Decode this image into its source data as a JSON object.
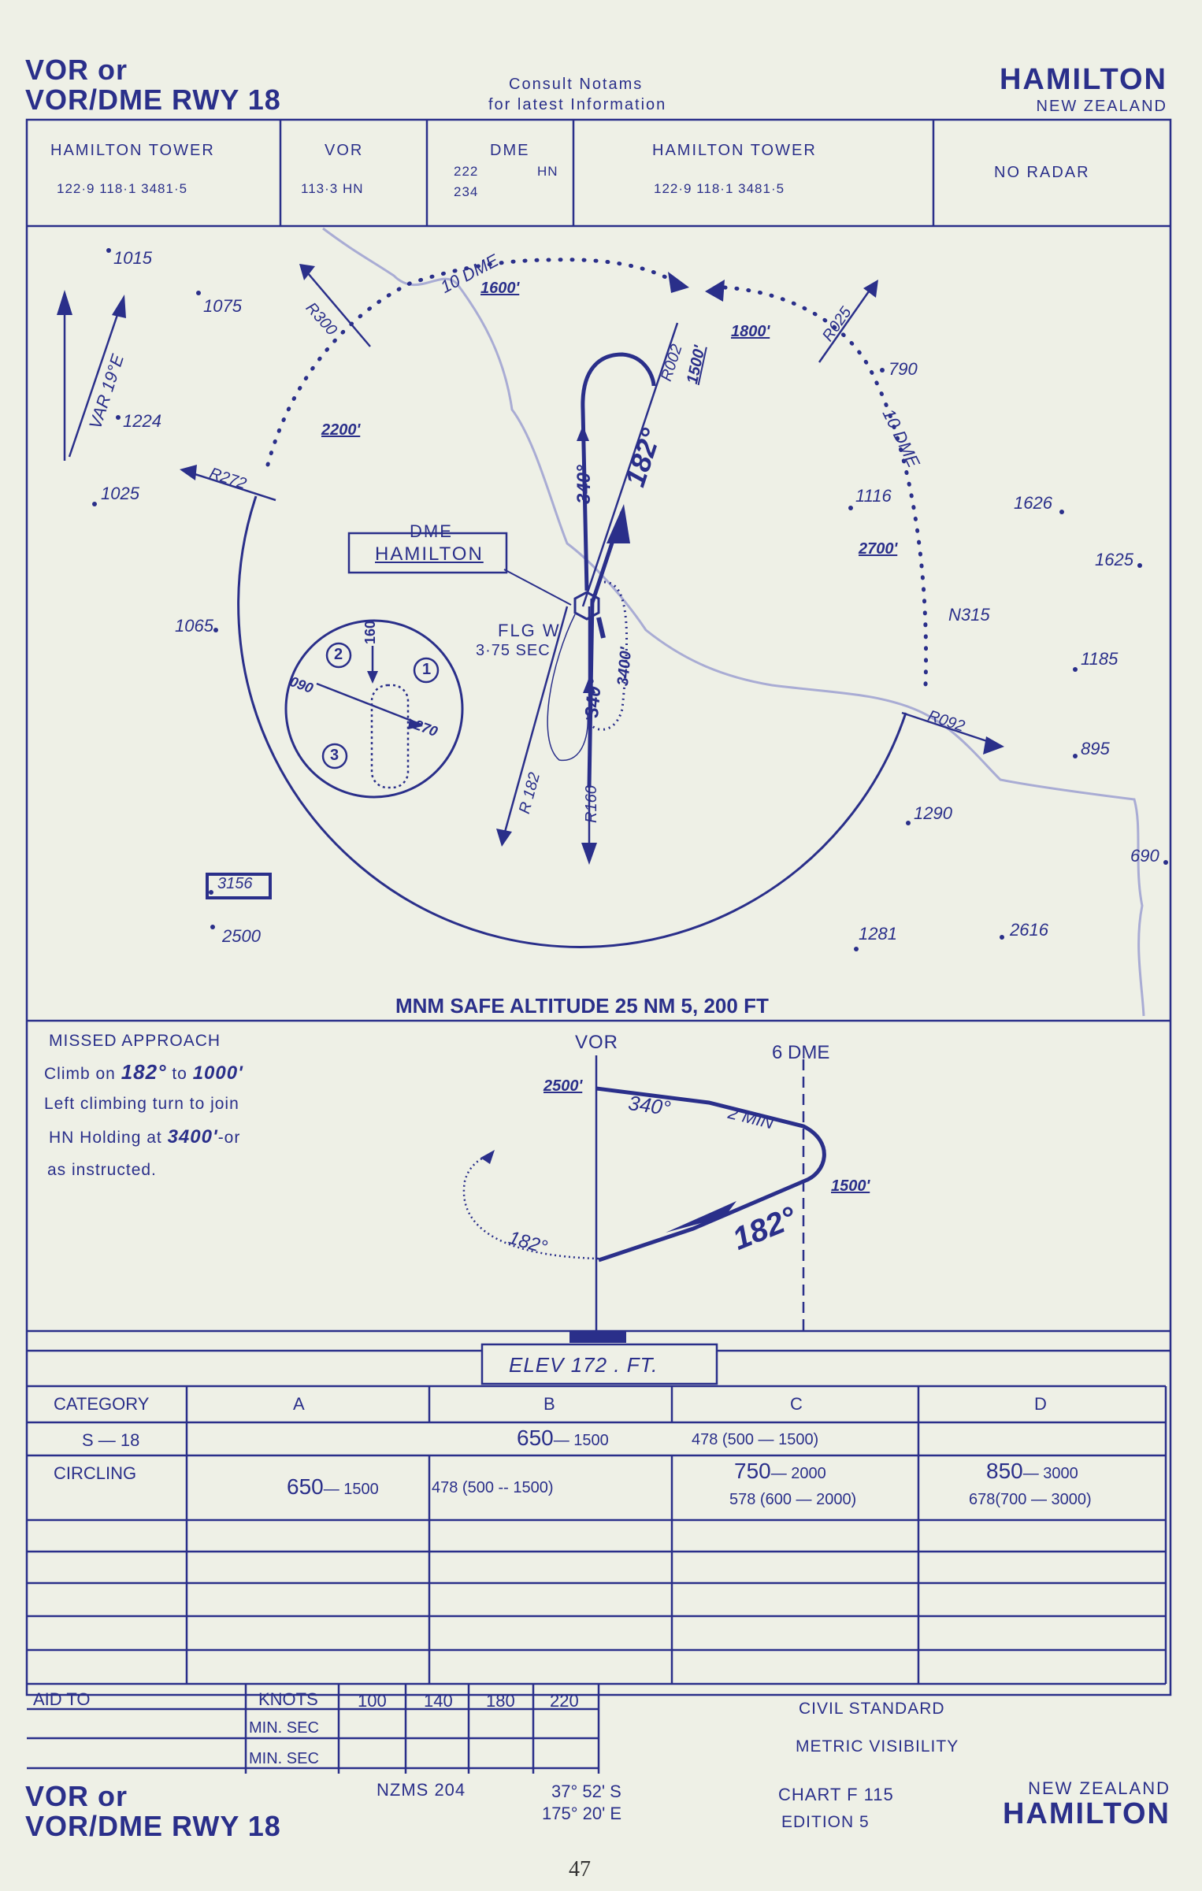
{
  "header": {
    "proc_line1": "VOR or",
    "proc_line2": "VOR/DME RWY 18",
    "notams_line1": "Consult Notams",
    "notams_line2": "for latest Information",
    "city": "HAMILTON",
    "country": "NEW ZEALAND"
  },
  "comms": [
    {
      "label": "HAMILTON      TOWER",
      "freqs": "122·9    118·1    3481·5"
    },
    {
      "label": "VOR",
      "freqs": "113·3          HN"
    },
    {
      "label": "DME",
      "freqs_a": "222",
      "ident": "HN",
      "freqs_b": "234"
    },
    {
      "label": "HAMILTON      TOWER",
      "freqs": "122·9      118·1      3481·5"
    },
    {
      "label": "NO  RADAR"
    }
  ],
  "plan": {
    "var_label": "VAR 19°E",
    "dme_box_line1": "DME",
    "dme_box_line2": "HAMILTON",
    "flg_label": "FLG W",
    "flg_time": "3·75 SEC",
    "radials": {
      "r300": "R300",
      "r272": "R272",
      "r025": "R025",
      "r092": "R092",
      "r002": "R002",
      "r182": "R 182",
      "r160": "R160"
    },
    "dme_arcs": {
      "north": "10 DME",
      "east": "10 DME"
    },
    "altitudes": {
      "a1600": "1600'",
      "a1800": "1800'",
      "a1500": "1500'",
      "a2200": "2200'",
      "a2700": "2700'",
      "a3400": "3400'"
    },
    "courses": {
      "c340_top": "340°",
      "c182": "182°",
      "c340_bot": "340°"
    },
    "holding": {
      "n160": "160",
      "n090": "090",
      "n270": "270",
      "e1": "1",
      "e2": "2",
      "e3": "3"
    },
    "spot_heights": [
      "1015",
      "1075",
      "1224",
      "1025",
      "1065",
      "3156",
      "2500",
      "790",
      "1116",
      "1626",
      "1625",
      "N315",
      "1185",
      "895",
      "1290",
      "690",
      "1281",
      "2616"
    ],
    "msa": "MNM SAFE ALTITUDE  25 NM   5, 200 FT"
  },
  "missed": {
    "title": "MISSED  APPROACH",
    "line1a": "Climb  on",
    "line1b": "182°",
    "line1c": "to",
    "line1d": "1000'",
    "line2": "Left  climbing  turn  to  join",
    "line3a": "HN    Holding  at",
    "line3b": "3400'",
    "line3c": "-or",
    "line4": "as  instructed."
  },
  "profile": {
    "vor": "VOR",
    "dme6": "6 DME",
    "a2500": "2500'",
    "c340": "340°",
    "two_min": "2 MIN",
    "c182": "182°",
    "a1500": "1500'",
    "c182_small": "182°"
  },
  "elev": "ELEV   172    . FT.",
  "minima": {
    "headers": [
      "CATEGORY",
      "A",
      "B",
      "C",
      "D"
    ],
    "s18_label": "S — 18",
    "s18_value": "650",
    "s18_value_b": "— 1500",
    "s18_value_c": "478  (500 — 1500)",
    "circ_label": "CIRCLING",
    "circ_ab": "650",
    "circ_ab_b": "— 1500",
    "circ_ab_c": "478  (500 -- 1500)",
    "circ_c1": "750",
    "circ_c1b": "— 2000",
    "circ_c2": "578   (600 — 2000)",
    "circ_d1": "850",
    "circ_d1b": "— 3000",
    "circ_d2": "678(700 — 3000)"
  },
  "aid": {
    "label": "AID TO",
    "knots": "KNOTS",
    "speeds": [
      "100",
      "140",
      "180",
      "220"
    ],
    "minsec1": "MIN. SEC",
    "minsec2": "MIN. SEC",
    "civil": "CIVIL  STANDARD",
    "metric": "METRIC  VISIBILITY"
  },
  "footer": {
    "proc_line1": "VOR or",
    "proc_line2": "VOR/DME RWY 18",
    "nzms": "NZMS 204",
    "lat": "37° 52' S",
    "lon": "175° 20' E",
    "chart": "CHART  F  115",
    "edition": "EDITION  5",
    "country": "NEW  ZEALAND",
    "city": "HAMILTON",
    "page": "47"
  }
}
